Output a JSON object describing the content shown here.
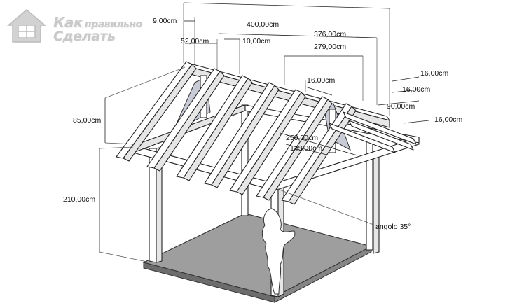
{
  "logo": {
    "line1_main": "Как",
    "line1_small": "правильно",
    "line2": "Сделать",
    "icon": "house-window-icon"
  },
  "dimensions": {
    "overhang": "9,00cm",
    "rafter_spacing": "52,00cm",
    "rafter_width": "10,00cm",
    "total_length": "400,00cm",
    "frame_length": "376,00cm",
    "inner_length": "279,00cm",
    "beam_a": "16,00cm",
    "beam_b": "16,00cm",
    "beam_c": "16,00cm",
    "beam_d": "16,00cm",
    "roof_height": "85,00cm",
    "post_height": "210,00cm",
    "depth": "90,00cm",
    "diagonal": "250,00cm",
    "inner_width": "143,00cm",
    "angle": "angolo 35°"
  },
  "colors": {
    "wood_face": "#ffffff",
    "wood_side": "#e6e6e6",
    "brace": "#c8cbd6",
    "floor": "#9e9e9e",
    "floor_edge": "#6c6c6c",
    "logo": "#c9c9c9"
  }
}
